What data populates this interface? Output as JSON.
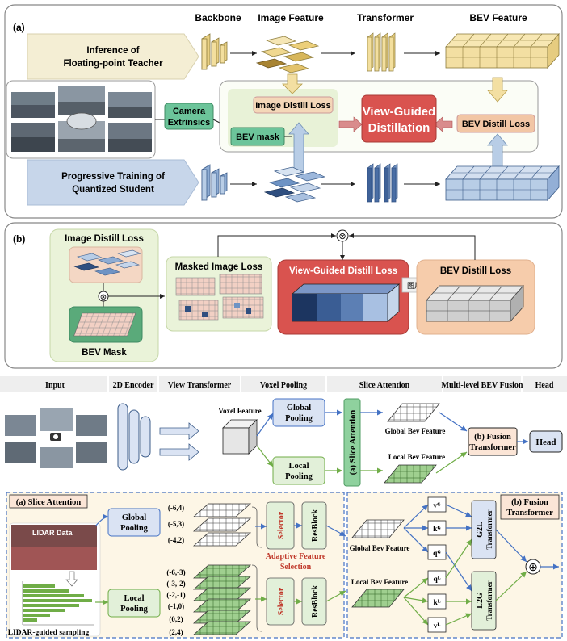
{
  "panel_a": {
    "label": "(a)",
    "headers": {
      "backbone": "Backbone",
      "image_feature": "Image Feature",
      "transformer": "Transformer",
      "bev_feature": "BEV Feature"
    },
    "teacher_line1": "Inference of",
    "teacher_line2": "Floating-point Teacher",
    "student_line1": "Progressive Training of",
    "student_line2": "Quantized Student",
    "camera_line1": "Camera",
    "camera_line2": "Extrinsics",
    "bev_mask": "BEV mask",
    "image_distill_loss": "Image Distill Loss",
    "vgd_line1": "View-Guided",
    "vgd_line2": "Distillation",
    "bev_distill_loss": "BEV Distill Loss"
  },
  "panel_b": {
    "label": "(b)",
    "image_distill_loss": "Image Distill Loss",
    "bev_mask": "BEV Mask",
    "masked_image_loss": "Masked Image Loss",
    "view_guided_distill_loss": "View-Guided Distill Loss",
    "bev_distill_loss": "BEV Distill Loss",
    "tooltip": "图片",
    "otimes": "⊗"
  },
  "pipeline": {
    "headers": {
      "input": "Input",
      "encoder": "2D Encoder",
      "view_transformer": "View Transformer",
      "voxel_pooling": "Voxel Pooling",
      "slice_attention": "Slice Attention",
      "multi_level": "Multi-level BEV Fusion",
      "head": "Head"
    },
    "voxel_feature": "Voxel Feature",
    "global_pooling_1": "Global",
    "global_pooling_2": "Pooling",
    "local_pooling_1": "Local",
    "local_pooling_2": "Pooling",
    "slice_attention_block": "(a) Slice Attention",
    "global_bev_feature": "Global Bev Feature",
    "local_bev_feature": "Local Bev Feature",
    "fusion_1": "(b) Fusion",
    "fusion_2": "Transformer",
    "head": "Head"
  },
  "slice_panel": {
    "title": "(a) Slice Attention",
    "lidar_data": "LIDAR Data",
    "lidar_sampling": "LIDAR-guided sampling",
    "global_pooling_1": "Global",
    "global_pooling_2": "Pooling",
    "local_pooling_1": "Local",
    "local_pooling_2": "Pooling",
    "global_ranges": [
      "(-6,4)",
      "(-5,3)",
      "(-4,2)"
    ],
    "local_ranges": [
      "(-6,-3)",
      "(-3,-2)",
      "(-2,-1)",
      "(-1,0)",
      "(0,2)",
      "(2,4)"
    ],
    "selector": "Selector",
    "resblock": "ResBlock",
    "adaptive_1": "Adaptive Feature",
    "adaptive_2": "Selection"
  },
  "fusion_panel": {
    "title_1": "(b) Fusion",
    "title_2": "Transformer",
    "global_bev_feature": "Global Bev Feature",
    "local_bev_feature": "Local Bev Feature",
    "vG": "vᴳ",
    "kG": "kᴳ",
    "qG": "qᴳ",
    "qL": "qᴸ",
    "kL": "kᴸ",
    "vL": "vᴸ",
    "g2l_1": "G2L",
    "g2l_2": "Transformer",
    "l2g_1": "L2G",
    "l2g_2": "Transformer",
    "oplus": "⊕"
  },
  "colors": {
    "teacher_cube": "#f3dfa2",
    "student_cube": "#b8cde6",
    "vgd_red": "#d9534f",
    "camera_green": "#6cc49a",
    "bev_distill": "#f2c6a5",
    "mask_green": "#5aaa7a",
    "arrow_blue": "#4472c4",
    "arrow_green": "#70ad47",
    "local_green": "#e2f0d9",
    "global_blue": "#dae3f3",
    "selector_red": "#c0392b"
  }
}
